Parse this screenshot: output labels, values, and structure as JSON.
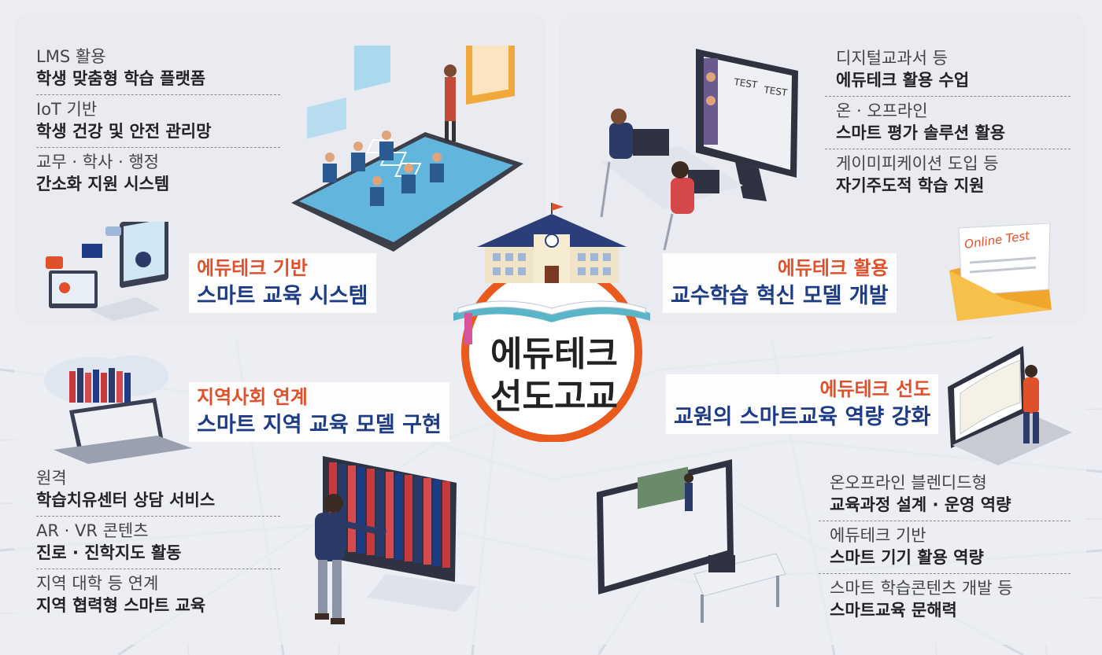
{
  "colors": {
    "accent_red": "#e0502b",
    "accent_navy": "#1e3c85",
    "ring_orange": "#ea5a1c",
    "panel_gray": "#e8eaf0"
  },
  "icons": [
    "tablet-classroom-icon",
    "video-lecture-icon",
    "test-monitor-icon",
    "online-test-envelope-icon",
    "school-book-emblem-icon",
    "cloud-library-laptop-icon",
    "bookshelf-monitor-icon",
    "board-monitor-icon",
    "open-book-laptop-icon"
  ],
  "center": {
    "line1": "에듀테크",
    "line2": "선도고교"
  },
  "top_left": {
    "title_red": "에듀테크 기반",
    "title_navy": "스마트 교육 시스템",
    "items": [
      {
        "sub": "LMS 활용",
        "main": "학생 맞춤형 학습 플랫폼"
      },
      {
        "sub": "IoT 기반",
        "main": "학생 건강 및 안전 관리망"
      },
      {
        "sub": "교무 · 학사 · 행정",
        "main": "간소화 지원 시스템"
      }
    ]
  },
  "top_right": {
    "title_red": "에듀테크 활용",
    "title_navy": "교수학습 혁신 모델 개발",
    "items": [
      {
        "sub": "디지털교과서 등",
        "main": "에듀테크 활용 수업"
      },
      {
        "sub": "온 · 오프라인",
        "main": "스마트 평가 솔루션 활용"
      },
      {
        "sub": "게이미피케이션 도입 등",
        "main": "자기주도적 학습 지원"
      }
    ],
    "envelope_text": "Online Test",
    "monitor_text": "TEST"
  },
  "bottom_left": {
    "title_red": "지역사회 연계",
    "title_navy": "스마트 지역 교육 모델 구현",
    "items": [
      {
        "sub": "원격",
        "main": "학습치유센터 상담 서비스"
      },
      {
        "sub": "AR · VR 콘텐츠",
        "main": "진로 · 진학지도 활동"
      },
      {
        "sub": "지역 대학 등 연계",
        "main": "지역 협력형 스마트 교육"
      }
    ]
  },
  "bottom_right": {
    "title_red": "에듀테크 선도",
    "title_navy": "교원의 스마트교육 역량 강화",
    "items": [
      {
        "sub": "온오프라인 블렌디드형",
        "main": "교육과정 설계 · 운영 역량"
      },
      {
        "sub": "에듀테크 기반",
        "main": "스마트 기기 활용 역량"
      },
      {
        "sub": "스마트 학습콘텐츠 개발 등",
        "main": "스마트교육 문해력"
      }
    ]
  }
}
